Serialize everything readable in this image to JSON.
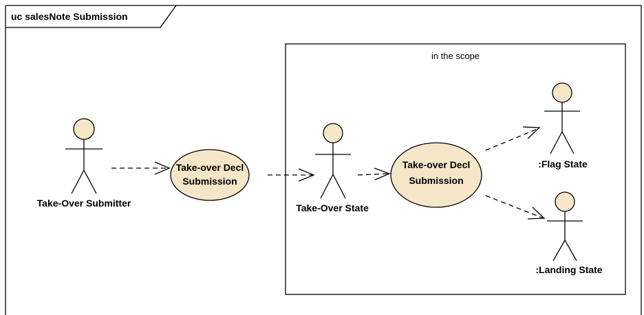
{
  "diagram": {
    "title": "uc salesNote Submission",
    "scope_label": "in the scope",
    "colors": {
      "element_fill": "#f5e6c8",
      "line": "#000000",
      "background": "#ffffff"
    },
    "actors": [
      {
        "id": "submitter",
        "label": "Take-Over Submitter"
      },
      {
        "id": "takeover_state",
        "label": "Take-Over State"
      },
      {
        "id": "flag_state",
        "label": ":Flag State"
      },
      {
        "id": "landing_state",
        "label": ":Landing State"
      }
    ],
    "use_cases": [
      {
        "id": "uc1",
        "line1": "Take-over Decl",
        "line2": "Submission"
      },
      {
        "id": "uc2",
        "line1": "Take-over Decl",
        "line2": "Submission"
      }
    ],
    "connections": [
      {
        "from": "submitter",
        "to": "uc1"
      },
      {
        "from": "uc1",
        "to": "takeover_state"
      },
      {
        "from": "takeover_state",
        "to": "uc2"
      },
      {
        "from": "uc2",
        "to": "flag_state"
      },
      {
        "from": "uc2",
        "to": "landing_state"
      }
    ]
  }
}
